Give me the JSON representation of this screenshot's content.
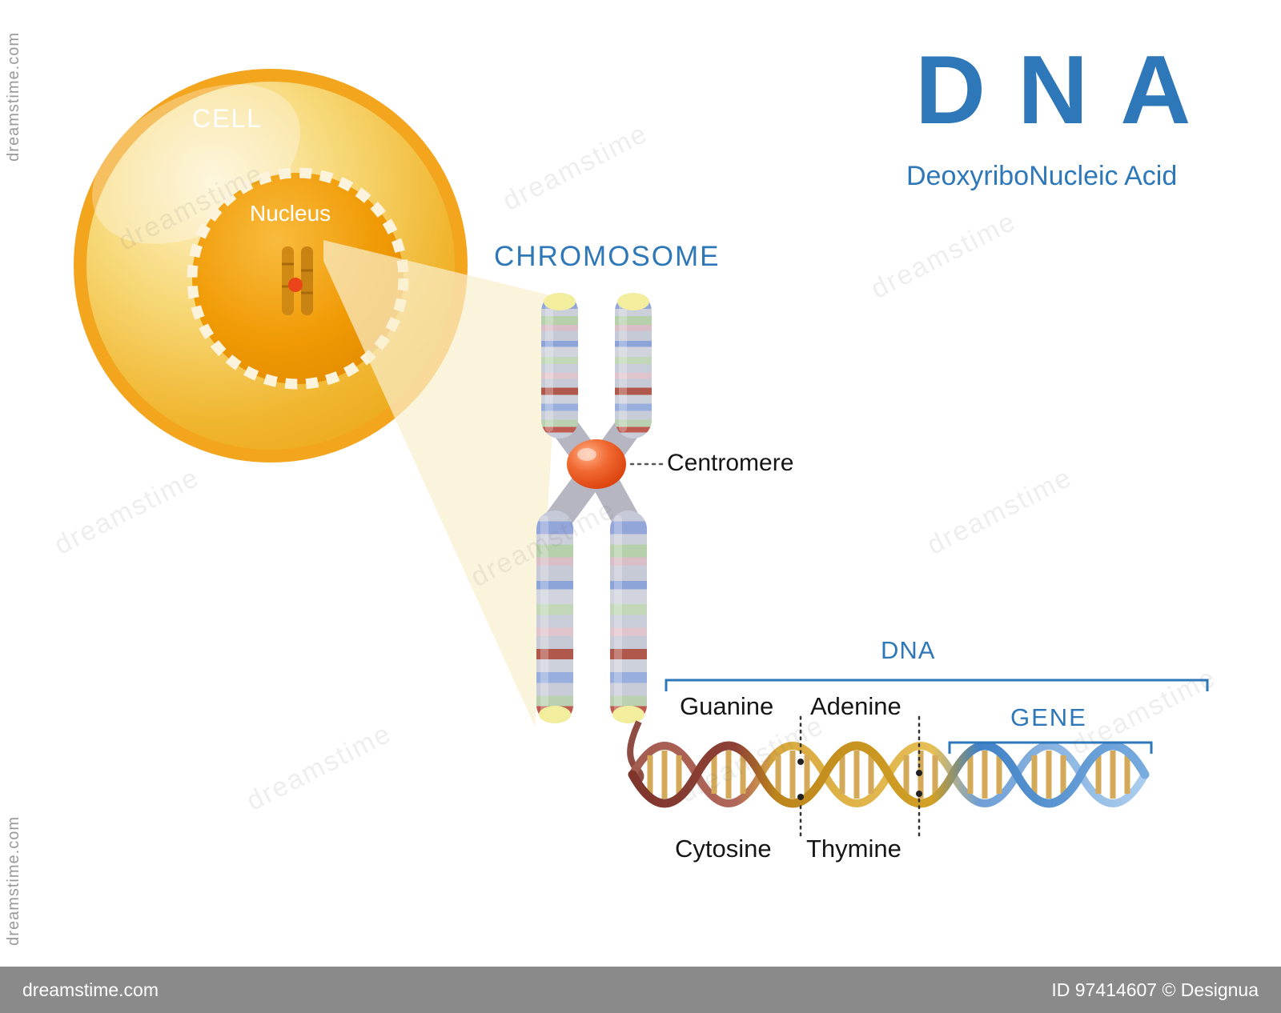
{
  "title": {
    "main": "DNA",
    "subtitle": "DeoxyriboNucleic Acid"
  },
  "cell": {
    "label": "CELL",
    "nucleus_label": "Nucleus"
  },
  "chromosome": {
    "label": "CHROMOSOME",
    "centromere_label": "Centromere"
  },
  "dna": {
    "section_label": "DNA",
    "gene_label": "GENE",
    "bases": {
      "guanine": "Guanine",
      "adenine": "Adenine",
      "cytosine": "Cytosine",
      "thymine": "Thymine"
    }
  },
  "watermark": {
    "brand": "dreamstime.com",
    "brand_short": "dreamstime",
    "id_text": "ID 97414607 © Designua"
  },
  "colors": {
    "accent_blue": "#2e77b8",
    "cell_orange": "#f2a31c",
    "nucleus_orange": "#f09a05",
    "centromere_orange": "#e85018",
    "telomere_yellow": "#f2ee9e",
    "helix_maroon": "#83392f",
    "helix_gold": "#d2a125",
    "helix_blue": "#4182c6",
    "watermark_bar_gray": "#8a8a8a"
  }
}
